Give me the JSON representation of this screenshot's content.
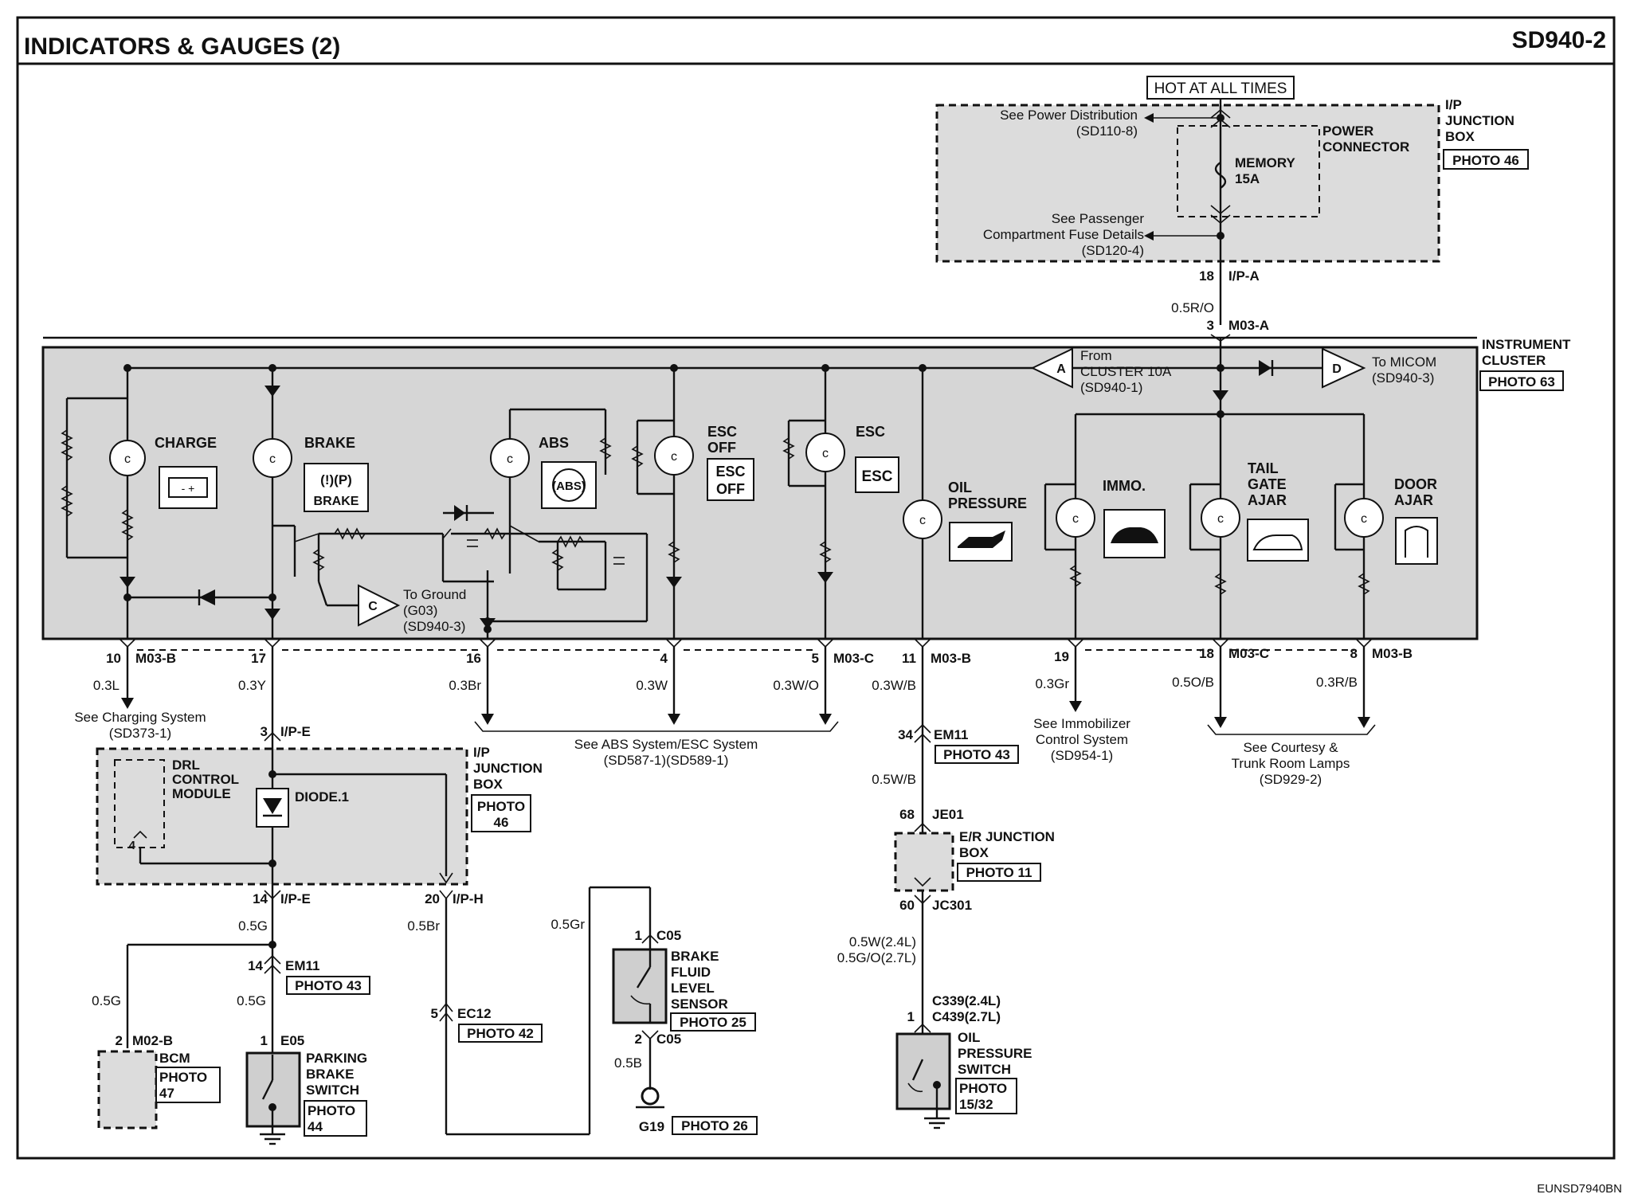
{
  "header": {
    "title": "INDICATORS & GAUGES (2)",
    "code": "SD940-2"
  },
  "footer_id": "EUNSD7940BN",
  "top": {
    "hot": "HOT AT ALL TIMES",
    "ref_power": [
      "See Power Distribution",
      "(SD110-8)"
    ],
    "ref_fuse": [
      "See Passenger",
      "Compartment Fuse Details",
      "(SD120-4)"
    ],
    "fuse": [
      "MEMORY",
      "15A"
    ],
    "power_connector": [
      "POWER",
      "CONNECTOR"
    ],
    "ip_box": [
      "I/P",
      "JUNCTION",
      "BOX"
    ],
    "ip_photo": "PHOTO 46",
    "pin18": "18",
    "conn_ipa": "I/P-A",
    "wire_05ro": "0.5R/O",
    "pin3": "3",
    "conn_m03a": "M03-A"
  },
  "cluster": {
    "name": [
      "INSTRUMENT",
      "CLUSTER"
    ],
    "photo": "PHOTO 63",
    "from_a": [
      "From",
      "CLUSTER 10A",
      "(SD940-1)"
    ],
    "to_d": [
      "To MICOM",
      "(SD940-3)"
    ],
    "tag_a": "A",
    "tag_c": "C",
    "tag_d": "D",
    "to_ground": [
      "To Ground",
      "(G03)",
      "(SD940-3)"
    ],
    "lamps": {
      "charge": [
        "CHARGE"
      ],
      "brake": [
        "BRAKE"
      ],
      "brake_icon": "(!)(P)",
      "brake_text": "BRAKE",
      "abs": [
        "ABS"
      ],
      "abs_icon": "(ABS)",
      "esc_off": [
        "ESC",
        "OFF"
      ],
      "esc_off_icon": [
        "ESC",
        "OFF"
      ],
      "esc": [
        "ESC"
      ],
      "esc_icon": "ESC",
      "oil": [
        "OIL",
        "PRESSURE"
      ],
      "immo": [
        "IMMO."
      ],
      "tail": [
        "TAIL",
        "GATE",
        "AJAR"
      ],
      "door": [
        "DOOR",
        "AJAR"
      ]
    }
  },
  "outputs": [
    {
      "pin": "10",
      "conn": "M03-B",
      "wire": "0.3L"
    },
    {
      "pin": "17",
      "conn": "",
      "wire": "0.3Y"
    },
    {
      "pin": "16",
      "conn": "",
      "wire": "0.3Br"
    },
    {
      "pin": "4",
      "conn": "",
      "wire": "0.3W"
    },
    {
      "pin": "5",
      "conn": "M03-C",
      "wire": "0.3W/O"
    },
    {
      "pin": "11",
      "conn": "M03-B",
      "wire": "0.3W/B"
    },
    {
      "pin": "19",
      "conn": "",
      "wire": "0.3Gr"
    },
    {
      "pin": "18",
      "conn": "M03-C",
      "wire": "0.5O/B"
    },
    {
      "pin": "8",
      "conn": "M03-B",
      "wire": "0.3R/B"
    }
  ],
  "refs": {
    "charging": [
      "See Charging System",
      "(SD373-1)"
    ],
    "abs_esc": [
      "See ABS System/ESC System",
      "(SD587-1)(SD589-1)"
    ],
    "immobilizer": [
      "See Immobilizer",
      "Control System",
      "(SD954-1)"
    ],
    "courtesy": [
      "See Courtesy &",
      "Trunk Room Lamps",
      "(SD929-2)"
    ]
  },
  "drl": {
    "pin_top": "3",
    "conn_top": "I/P-E",
    "module": [
      "DRL",
      "CONTROL",
      "MODULE"
    ],
    "diode": "DIODE.1",
    "pin4": "4",
    "box": [
      "I/P",
      "JUNCTION",
      "BOX"
    ],
    "photo": [
      "PHOTO",
      "46"
    ],
    "pin14": "14",
    "conn_ipe": "I/P-E",
    "pin20": "20",
    "conn_iph": "I/P-H"
  },
  "bottom_left": {
    "wire_05g_a": "0.5G",
    "wire_05g_b": "0.5G",
    "wire_05g_c": "0.5G",
    "em11_pin": "14",
    "em11": "EM11",
    "em11_photo": "PHOTO 43",
    "bcm_pin": "2",
    "bcm_conn": "M02-B",
    "bcm": "BCM",
    "bcm_photo": [
      "PHOTO",
      "47"
    ],
    "e05_pin": "1",
    "e05": "E05",
    "parking": [
      "PARKING",
      "BRAKE",
      "SWITCH"
    ],
    "parking_photo": [
      "PHOTO",
      "44"
    ],
    "wire_05br": "0.5Br",
    "ec12_pin": "5",
    "ec12": "EC12",
    "ec12_photo": "PHOTO 42",
    "wire_05gr": "0.5Gr",
    "c05_pin1": "1",
    "c05_a": "C05",
    "bfl": [
      "BRAKE",
      "FLUID",
      "LEVEL",
      "SENSOR"
    ],
    "bfl_photo": "PHOTO 25",
    "c05_pin2": "2",
    "c05_b": "C05",
    "wire_05b": "0.5B",
    "g19": "G19",
    "g19_photo": "PHOTO 26"
  },
  "oil_chain": {
    "em11_pin": "34",
    "em11": "EM11",
    "em11_photo": "PHOTO 43",
    "wire_05wb": "0.5W/B",
    "je01_pin": "68",
    "je01": "JE01",
    "er_box": [
      "E/R JUNCTION",
      "BOX"
    ],
    "er_photo": "PHOTO 11",
    "jc301_pin": "60",
    "jc301": "JC301",
    "wire_a": "0.5W(2.4L)",
    "wire_b": "0.5G/O(2.7L)",
    "c339": "C339(2.4L)",
    "c439_pin": "1",
    "c439": "C439(2.7L)",
    "switch": [
      "OIL",
      "PRESSURE",
      "SWITCH"
    ],
    "switch_photo": [
      "PHOTO",
      "15/32"
    ]
  }
}
